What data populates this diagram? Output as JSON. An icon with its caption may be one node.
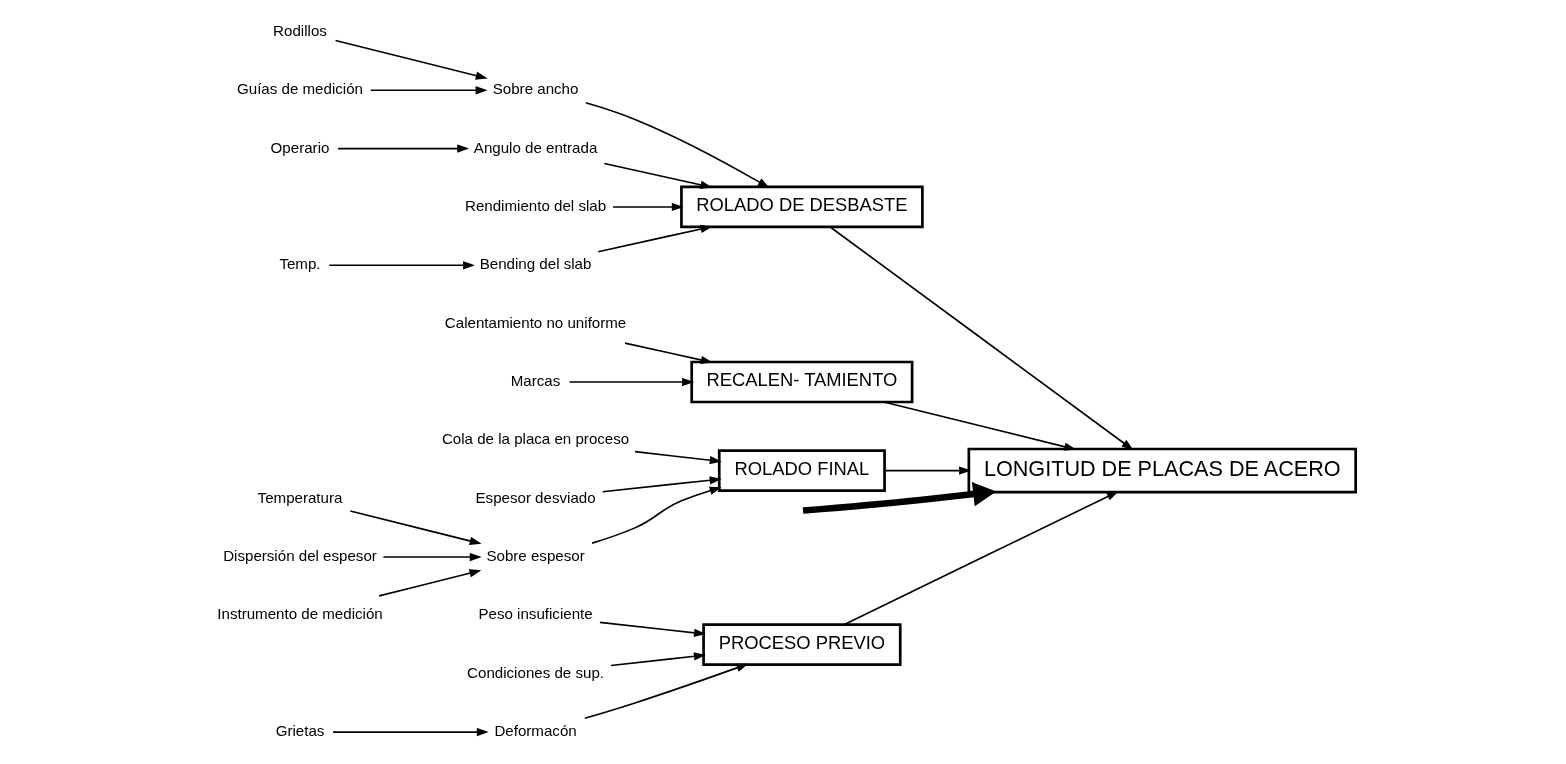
{
  "diagram": {
    "nodes": [
      {
        "text": [
          "PROCESO PREVIO"
        ]
      },
      {
        "text": [
          "Peso insuficiente"
        ]
      },
      {
        "text": [
          "Condiciones de sup."
        ]
      },
      {
        "text": [
          "Deformacón"
        ]
      },
      {
        "text": [
          "Grietas"
        ]
      },
      {
        "text": [
          "ROLADO DE DESBASTE"
        ]
      },
      {
        "text": [
          "Rodillos"
        ]
      },
      {
        "text": [
          "Operario"
        ]
      },
      {
        "text": [
          "Sobre ancho"
        ]
      },
      {
        "text": [
          "Angulo de entrada"
        ]
      },
      {
        "text": [
          "Guías de medición"
        ]
      },
      {
        "text": [
          "Temp."
        ]
      },
      {
        "text": [
          "Rendimiento del slab"
        ]
      },
      {
        "text": [
          "Bending del slab"
        ]
      },
      {
        "text": [
          "LONGITUD DE PLACAS DE ACERO"
        ]
      },
      {
        "text": [
          "Calentamiento no uniforme"
        ]
      },
      {
        "text": [
          "Marcas"
        ]
      },
      {
        "text": [
          "RECALEN- TAMIENTO"
        ]
      },
      {
        "text": [
          "Cola de la placa en proceso"
        ]
      },
      {
        "text": [
          "Temperatura"
        ]
      },
      {
        "text": [
          "Espesor desviado"
        ]
      },
      {
        "text": [
          "Sobre espesor"
        ]
      },
      {
        "text": [
          "Dispersión del espesor"
        ]
      },
      {
        "text": [
          "Instrumento de medición"
        ]
      },
      {
        "text": [
          "ROLADO FINAL"
        ]
      }
    ],
    "edges": [
      {
        "from": null,
        "to": 14,
        "arrow": "to",
        "style": "thick"
      },
      {
        "from": 0,
        "to": 14,
        "arrow": "to"
      },
      {
        "from": 5,
        "to": 14,
        "arrow": "to"
      },
      {
        "from": 17,
        "to": 14,
        "arrow": "to"
      },
      {
        "from": 24,
        "to": 14,
        "arrow": "to"
      },
      {
        "from": 1,
        "to": 0,
        "arrow": "to"
      },
      {
        "from": 2,
        "to": 0,
        "arrow": "to"
      },
      {
        "from": 3,
        "to": 0,
        "arrow": "to"
      },
      {
        "from": 4,
        "to": 3,
        "arrow": "to"
      },
      {
        "from": 6,
        "to": 8,
        "arrow": "to"
      },
      {
        "from": 10,
        "to": 8,
        "arrow": "to"
      },
      {
        "from": 8,
        "to": 5,
        "arrow": "to"
      },
      {
        "from": 7,
        "to": 9,
        "arrow": "to"
      },
      {
        "from": 9,
        "to": 5,
        "arrow": "to"
      },
      {
        "from": 11,
        "to": 13,
        "arrow": "to"
      },
      {
        "from": 13,
        "to": 5,
        "arrow": "to"
      },
      {
        "from": 12,
        "to": 5,
        "arrow": "to"
      },
      {
        "from": 15,
        "to": 17,
        "arrow": "to"
      },
      {
        "from": 16,
        "to": 17,
        "arrow": "to"
      },
      {
        "from": 18,
        "to": 24,
        "arrow": "to"
      },
      {
        "from": 19,
        "to": 21,
        "arrow": "to"
      },
      {
        "from": 22,
        "to": 21,
        "arrow": "to"
      },
      {
        "from": 23,
        "to": 21,
        "arrow": "to"
      },
      {
        "from": 21,
        "to": 24,
        "arrow": "to"
      },
      {
        "from": 20,
        "to": 24,
        "arrow": "to"
      }
    ]
  }
}
